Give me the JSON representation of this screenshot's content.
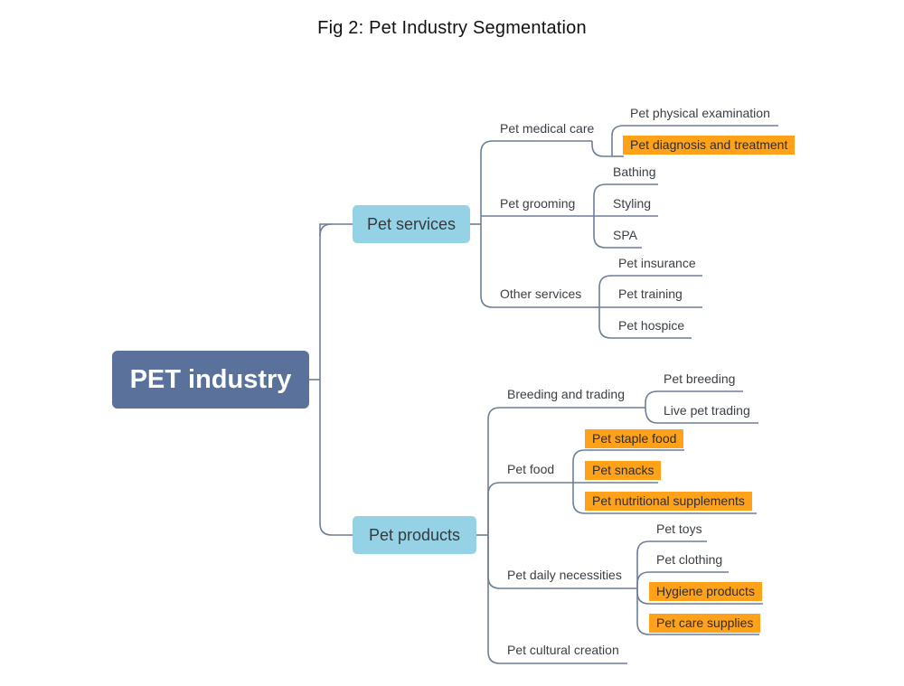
{
  "title": "Fig 2: Pet Industry Segmentation",
  "colors": {
    "root": "#5a719c",
    "branch": "#96d2e6",
    "highlight": "#ffa21a",
    "line": "#6d7e97"
  },
  "root": "PET industry",
  "branches": [
    {
      "label": "Pet services",
      "children": [
        {
          "label": "Pet medical care",
          "children": [
            {
              "label": "Pet physical examination",
              "highlight": false
            },
            {
              "label": "Pet diagnosis and treatment",
              "highlight": true
            }
          ]
        },
        {
          "label": "Pet grooming",
          "children": [
            {
              "label": "Bathing",
              "highlight": false
            },
            {
              "label": "Styling",
              "highlight": false
            },
            {
              "label": "SPA",
              "highlight": false
            }
          ]
        },
        {
          "label": "Other services",
          "children": [
            {
              "label": "Pet insurance",
              "highlight": false
            },
            {
              "label": "Pet training",
              "highlight": false
            },
            {
              "label": "Pet hospice",
              "highlight": false
            }
          ]
        }
      ]
    },
    {
      "label": "Pet products",
      "children": [
        {
          "label": "Breeding and trading",
          "children": [
            {
              "label": "Pet breeding",
              "highlight": false
            },
            {
              "label": "Live pet trading",
              "highlight": false
            }
          ]
        },
        {
          "label": "Pet food",
          "children": [
            {
              "label": "Pet staple food",
              "highlight": true
            },
            {
              "label": "Pet snacks",
              "highlight": true
            },
            {
              "label": "Pet nutritional supplements",
              "highlight": true
            }
          ]
        },
        {
          "label": "Pet daily necessities",
          "children": [
            {
              "label": "Pet toys",
              "highlight": false
            },
            {
              "label": "Pet clothing",
              "highlight": false
            },
            {
              "label": "Hygiene products",
              "highlight": true
            },
            {
              "label": "Pet care supplies",
              "highlight": true
            }
          ]
        },
        {
          "label": "Pet cultural creation",
          "children": []
        }
      ]
    }
  ]
}
